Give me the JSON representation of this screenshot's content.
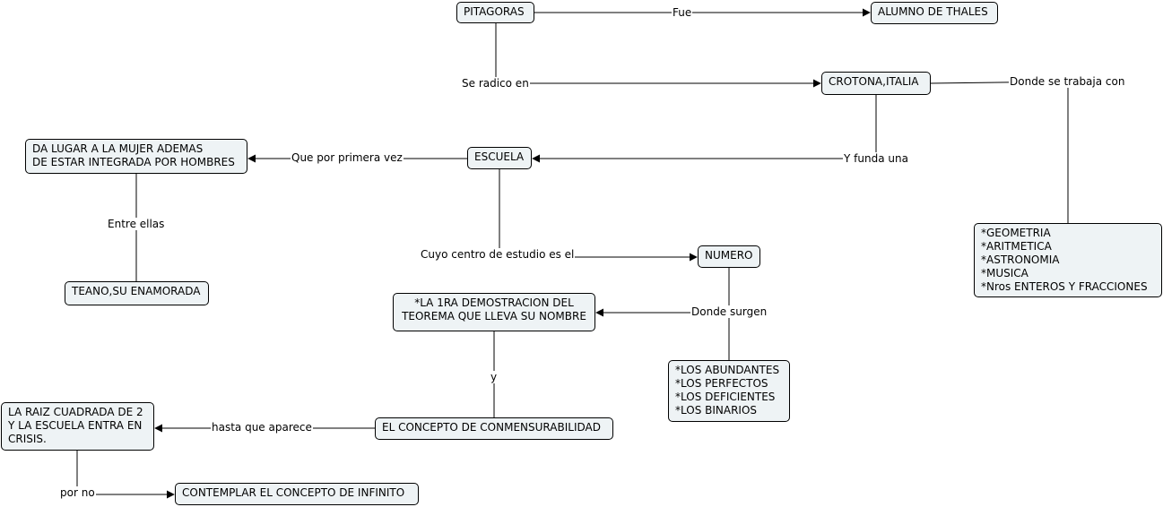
{
  "nodes": {
    "pitagoras": "PITAGORAS",
    "alumno": "ALUMNO DE THALES",
    "crotona": "CROTONA,ITALIA",
    "escuela": "ESCUELA",
    "mujer": "DA LUGAR A LA MUJER ADEMAS\nDE ESTAR INTEGRADA POR HOMBRES",
    "teano": "TEANO,SU ENAMORADA",
    "materias": "*GEOMETRIA\n*ARITMETICA\n*ASTRONOMIA\n*MUSICA\n*Nros ENTEROS Y FRACCIONES",
    "numero": "NUMERO",
    "demostracion": "*LA 1RA DEMOSTRACION DEL\nTEOREMA QUE LLEVA SU NOMBRE",
    "numeros_tipos": "*LOS ABUNDANTES\n*LOS PERFECTOS\n*LOS DEFICIENTES\n*LOS BINARIOS",
    "conmensurabilidad": "EL CONCEPTO DE CONMENSURABILIDAD",
    "raiz": "LA RAIZ CUADRADA DE 2\nY LA ESCUELA ENTRA EN\nCRISIS.",
    "infinito": "CONTEMPLAR EL CONCEPTO DE INFINITO"
  },
  "links": {
    "fue": "Fue",
    "se_radico": "Se radico en",
    "donde_trabaja": "Donde se trabaja con",
    "funda": "Y funda una",
    "primera_vez": "Que por primera vez",
    "entre_ellas": "Entre ellas",
    "centro_estudio": "Cuyo centro de estudio es el",
    "donde_surgen": "Donde surgen",
    "y": "y",
    "hasta_que": "hasta que aparece",
    "por_no": "por no"
  }
}
